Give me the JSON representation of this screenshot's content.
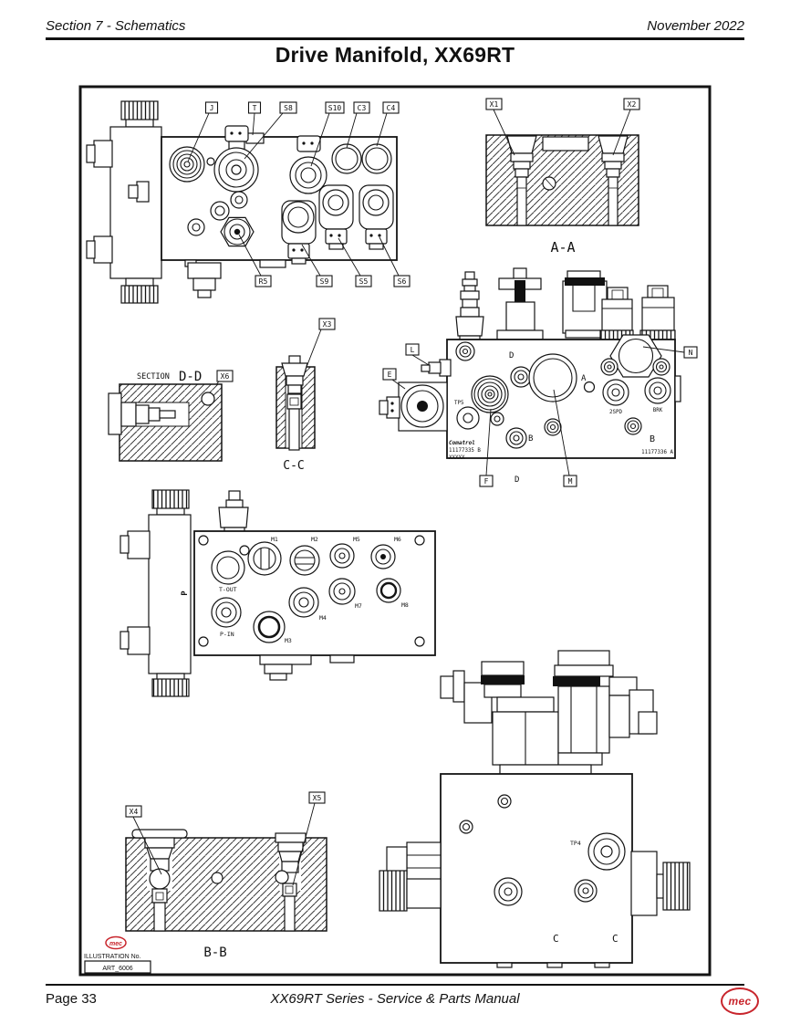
{
  "header": {
    "left": "Section 7 - Schematics",
    "right": "November 2022",
    "title": "Drive Manifold, XX69RT"
  },
  "colors": {
    "ink": "#141414",
    "mec_red": "#c8252c"
  },
  "top_manifold": {
    "callouts": {
      "j": "J",
      "t": "T",
      "s8": "S8",
      "s10": "S10",
      "c3": "C3",
      "c4": "C4",
      "r5": "R5",
      "s9": "S9",
      "s5": "S5",
      "s6": "S6"
    }
  },
  "section_aa": {
    "x1": "X1",
    "x2": "X2",
    "label": "A-A"
  },
  "section_dd": {
    "section_word": "SECTION",
    "label": "D-D",
    "x6": "X6"
  },
  "section_cc": {
    "x3": "X3",
    "label": "C-C"
  },
  "side_view": {
    "callouts": {
      "l": "L",
      "e": "E",
      "n": "N",
      "f": "F",
      "m": "M"
    },
    "labels": {
      "d_top": "D",
      "tp5": "TP5",
      "a": "A",
      "b_left": "B",
      "spd": "2SPD",
      "brk": "BRK",
      "b_right": "B",
      "d_bottom": "D"
    },
    "brand": "Comatrol",
    "part_left": "11177335  B",
    "serial": "XXXXX",
    "part_right": "11177336  A"
  },
  "bottom_manifold": {
    "p": "P",
    "labels": {
      "t_out": "T-OUT",
      "p_in": "P-IN",
      "m1": "M1",
      "m2": "M2",
      "m3": "M3",
      "m4": "M4",
      "m5": "M5",
      "m6": "M6",
      "m7": "M7",
      "m8": "M8"
    }
  },
  "section_bb": {
    "x4": "X4",
    "x5": "X5",
    "label": "B-B"
  },
  "front_view": {
    "tp4": "TP4",
    "c_left": "C",
    "c_right": "C"
  },
  "illustration": {
    "logo": "mec",
    "label": "ILLUSTRATION No.",
    "number": "ART_6006"
  },
  "footer": {
    "page": "Page 33",
    "center": "XX69RT Series - Service & Parts Manual",
    "logo": "mec"
  }
}
